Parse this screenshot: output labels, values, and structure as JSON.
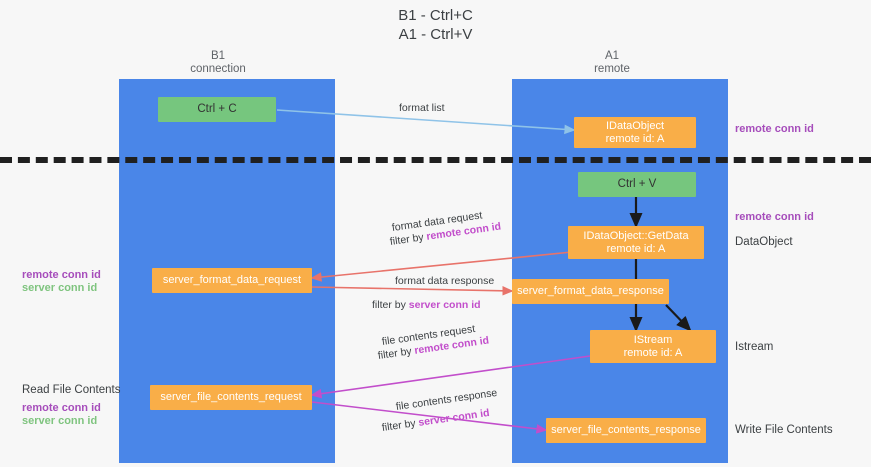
{
  "title": {
    "line1": "B1 - Ctrl+C",
    "line2": "A1 - Ctrl+V"
  },
  "lanes": [
    {
      "name": "B1",
      "role": "connection"
    },
    {
      "name": "A1",
      "role": "remote"
    }
  ],
  "boxes": {
    "ctrl_c": "Ctrl + C",
    "ctrl_v": "Ctrl + V",
    "idataobject_line1": "IDataObject",
    "idataobject_line2": "remote id: A",
    "getdata_line1": "IDataObject::GetData",
    "getdata_line2": "remote id: A",
    "istream_line1": "IStream",
    "istream_line2": "remote id: A",
    "server_format_data_request": "server_format_data_request",
    "server_format_data_response": "server_format_data_response",
    "server_file_contents_request": "server_file_contents_request",
    "server_file_contents_response": "server_file_contents_response"
  },
  "edges": {
    "format_list": "format list",
    "format_data_request": "format data request",
    "format_data_request_filter_prefix": "filter by ",
    "format_data_request_filter_key": "remote conn id",
    "format_data_response": "format data response",
    "format_data_response_filter_prefix": "filter by ",
    "format_data_response_filter_key": "server conn id",
    "file_contents_request": "file contents request",
    "file_contents_request_filter_prefix": "filter by ",
    "file_contents_request_filter_key": "remote conn id",
    "file_contents_response": "file contents response",
    "file_contents_response_filter_prefix": "filter by ",
    "file_contents_response_filter_key": "server conn id"
  },
  "annotations": {
    "right_remote_conn_id_top": "remote conn id",
    "right_remote_conn_id_mid": "remote conn id",
    "right_dataobject": "DataObject",
    "right_istream": "Istream",
    "right_write_file_contents": "Write File Contents",
    "left_remote_conn_id_mid": "remote conn id",
    "left_server_conn_id_mid": "server conn id",
    "left_read_file_contents": "Read File Contents",
    "left_remote_conn_id_bottom": "remote conn id",
    "left_server_conn_id_bottom": "server conn id"
  },
  "colors": {
    "lane": "#4a86e8",
    "box_orange": "#f9ae48",
    "box_green": "#76c67e",
    "purple": "#a64dbb",
    "green_text": "#7fc47f",
    "arrow_blue": "#8fc3e8",
    "arrow_red": "#e8736a",
    "arrow_magenta": "#c24ecb",
    "arrow_black": "#1a1a1a",
    "background": "#f7f7f7"
  }
}
